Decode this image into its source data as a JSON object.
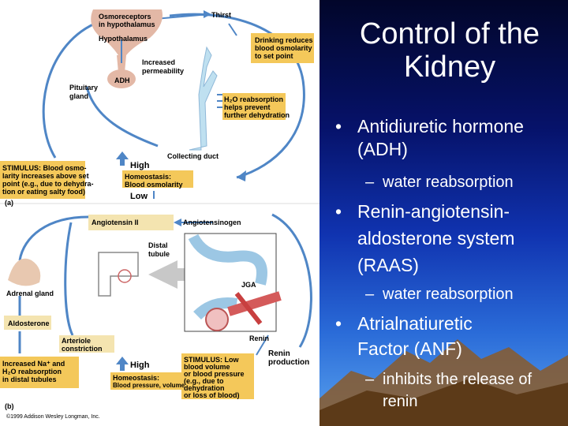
{
  "slide": {
    "title_line1": "Control of the",
    "title_line2": "Kidney",
    "bullets": [
      {
        "text_line1": "Antidiuretic hormone",
        "text_line2": "(ADH)",
        "sub": "water reabsorption"
      },
      {
        "text_line1": "Renin-angiotensin-",
        "text_line2": "aldosterone system",
        "text_line3": "(RAAS)",
        "sub": "water reabsorption"
      },
      {
        "text_line1": "Atrialnatiuretic",
        "text_line2": "Factor (ANF)",
        "sub_line1": "inhibits the release of",
        "sub_line2": "renin"
      }
    ],
    "bullet_glyph": "•",
    "dash_glyph": "–"
  },
  "diagram_a": {
    "osmoreceptors": "Osmoreceptors",
    "in_hypothalamus": "in hypothalamus",
    "thirst": "Thirst",
    "hypothalamus": "Hypothalamus",
    "drinking_1": "Drinking reduces",
    "drinking_2": "blood osmolarity",
    "drinking_3": "to set point",
    "increased_1": "Increased",
    "increased_2": "permeability",
    "adh": "ADH",
    "pituitary_1": "Pituitary",
    "pituitary_2": "gland",
    "h2o_1": "H₂O reabsorption",
    "h2o_2": "helps prevent",
    "h2o_3": "further dehydration",
    "collecting_duct": "Collecting duct",
    "stimulus_1": "STIMULUS: Blood osmo-",
    "stimulus_2": "larity increases above set",
    "stimulus_3": "point (e.g., due to dehydra-",
    "stimulus_4": "tion or eating salty food)",
    "high": "High",
    "homeostasis_1": "Homeostasis:",
    "homeostasis_2": "Blood osmolarity",
    "low": "Low",
    "panel": "(a)"
  },
  "diagram_b": {
    "angiotensin_ii": "Angiotensin II",
    "angiotensinogen": "Angiotensinogen",
    "distal_1": "Distal",
    "distal_2": "tubule",
    "adrenal": "Adrenal gland",
    "jga": "JGA",
    "aldosterone": "Aldosterone",
    "arteriole_1": "Arteriole",
    "arteriole_2": "constriction",
    "renin": "Renin",
    "renin_prod_1": "Renin",
    "renin_prod_2": "production",
    "na_1": "Increased Na⁺ and",
    "na_2": "H₂O reabsorption",
    "na_3": "in distal tubules",
    "high": "High",
    "stim_1": "STIMULUS: Low",
    "stim_2": "blood volume",
    "stim_3": "or blood pressure",
    "stim_4": "(e.g., due to",
    "stim_5": "dehydration",
    "stim_6": "or loss of blood)",
    "homeo_1": "Homeostasis:",
    "homeo_2": "Blood pressure, volume",
    "panel": "(b)",
    "copyright": "©1999 Addison Wesley Longman, Inc."
  }
}
